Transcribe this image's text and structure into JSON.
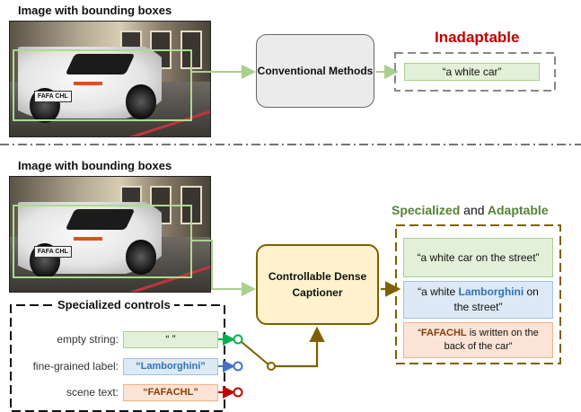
{
  "top": {
    "header": "Image with bounding boxes",
    "method_box": "Conventional Methods",
    "status": "Inadaptable",
    "caption": "“a white car”",
    "plate": "FAFA CHL"
  },
  "separator": {
    "style": "dash-dot"
  },
  "bottom": {
    "header": "Image with bounding boxes",
    "plate": "FAFA CHL",
    "title": {
      "word1": "Specialized",
      "and": "and",
      "word2": "Adaptable"
    },
    "captioner_box": "Controllable Dense Captioner",
    "captions": [
      {
        "pre": "“a white car on the street”",
        "highlight": "",
        "post": "",
        "color": "green"
      },
      {
        "pre": "“a white ",
        "highlight": "Lamborghini",
        "post": " on the street”",
        "color": "blue"
      },
      {
        "pre": "“",
        "highlight": "FAFACHL",
        "post": " is written on the back of the car”",
        "color": "orange"
      }
    ],
    "controls": {
      "title": "Specialized controls",
      "items": [
        {
          "label": "empty string:",
          "value": "“   ”",
          "color": "green"
        },
        {
          "label": "fine-grained label:",
          "value": "“Lamborghini”",
          "color": "blue"
        },
        {
          "label": "scene text:",
          "value": "“FAFACHL”",
          "color": "red"
        }
      ]
    }
  },
  "colors": {
    "green_arrow": "#a9d08e",
    "dark_olive": "#7f6000",
    "inadaptable": "#c00000",
    "specialized": "#548235",
    "lamborghini": "#2e75b6",
    "fafachl": "#843c0c",
    "ctrl_green": "#00b050",
    "ctrl_blue": "#4472c4",
    "ctrl_red": "#c00000"
  }
}
